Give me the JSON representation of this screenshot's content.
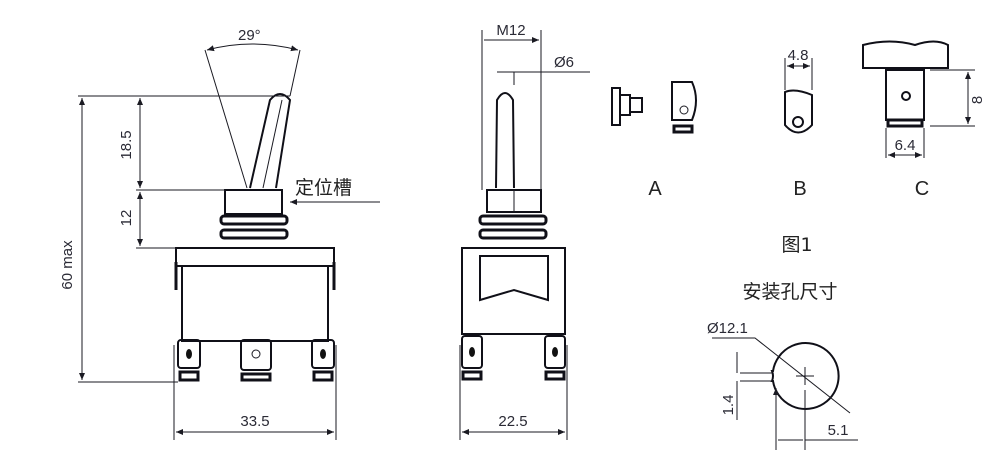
{
  "left_view": {
    "angle": "29°",
    "dim_total": "60 max",
    "dim_lever": "18.5",
    "dim_bushing": "12",
    "dim_width": "33.5",
    "detent_label": "定位槽"
  },
  "side_view": {
    "thread": "M12",
    "lever_dia": "Ø6",
    "dim_width": "22.5"
  },
  "terminals": {
    "a_label": "A",
    "b_label": "B",
    "b_width": "4.8",
    "c_label": "C",
    "c_height": "8",
    "c_width": "6.4"
  },
  "figure_label": "图1",
  "mount_hole": {
    "title": "安装孔尺寸",
    "diameter": "Ø12.1",
    "key_width": "1.4",
    "key_offset": "5.1"
  }
}
